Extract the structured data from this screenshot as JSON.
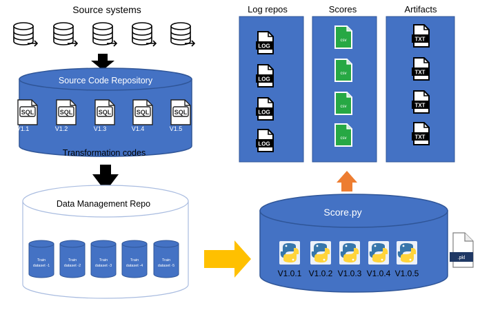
{
  "source_systems": {
    "label": "Source systems",
    "db_icons": 5
  },
  "source_repo": {
    "title": "Source Code Repository",
    "footer": "Transformation codes",
    "files": [
      {
        "badge": "SQL",
        "version": "V1.1"
      },
      {
        "badge": "SQL",
        "version": "V1.2"
      },
      {
        "badge": "SQL",
        "version": "V1.3"
      },
      {
        "badge": "SQL",
        "version": "V1.4"
      },
      {
        "badge": "SQL",
        "version": "V1.5"
      }
    ]
  },
  "data_repo": {
    "title": "Data Management Repo",
    "datasets": [
      {
        "line1": "Train",
        "line2": "dataset -1"
      },
      {
        "line1": "Train",
        "line2": "dataset -2"
      },
      {
        "line1": "Train",
        "line2": "dataset -3"
      },
      {
        "line1": "Train",
        "line2": "dataset -4"
      },
      {
        "line1": "Train",
        "line2": "dataset -5"
      }
    ]
  },
  "score_repo": {
    "title": "Score.py",
    "versions": [
      "V1.0.1",
      "V1.0.2",
      "V1.0.3",
      "V1.0.4",
      "V1.0.5"
    ]
  },
  "model_file": {
    "ext": ".pkl"
  },
  "panels": {
    "log": {
      "title": "Log repos",
      "badge": "LOG",
      "count": 4
    },
    "scores": {
      "title": "Scores",
      "badge": "CSV",
      "count": 4
    },
    "artifacts": {
      "title": "Artifacts",
      "badge": "TXT",
      "count": 4
    }
  },
  "colors": {
    "blue": "#4472C4",
    "blue_dark": "#2F5597",
    "orange": "#ED7D31",
    "gold": "#FFC000",
    "green": "#27A844",
    "python_blue": "#3776AB",
    "python_yellow": "#FFD43B"
  }
}
